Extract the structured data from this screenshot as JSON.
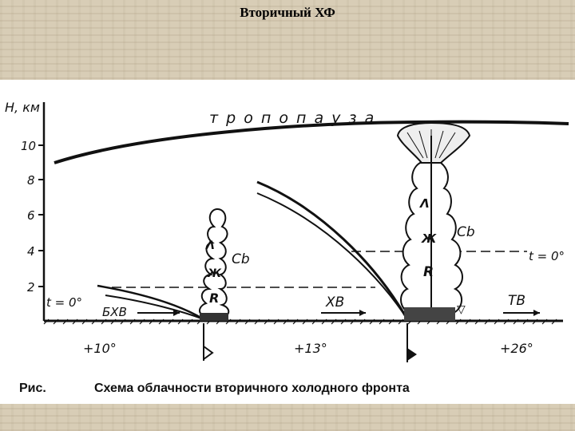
{
  "slide": {
    "title": "Вторичный ХФ"
  },
  "figure": {
    "y_axis_label": "H, км",
    "y_ticks": [
      "10",
      "8",
      "6",
      "4",
      "2"
    ],
    "tropopause_label": "т р о п о п а у з а",
    "cloud_label_left": "Cb",
    "cloud_label_right": "Cb",
    "isotherm_left": "t = 0°",
    "isotherm_right": "t = 0°",
    "air_mass_1": "БХВ",
    "air_mass_2": "ХВ",
    "air_mass_3": "ТВ",
    "surface_temps": [
      "+10°",
      "+13°",
      "+26°"
    ],
    "caption_prefix": "Рис.",
    "caption_text": "Схема облачности вторичного холодного фронта"
  }
}
